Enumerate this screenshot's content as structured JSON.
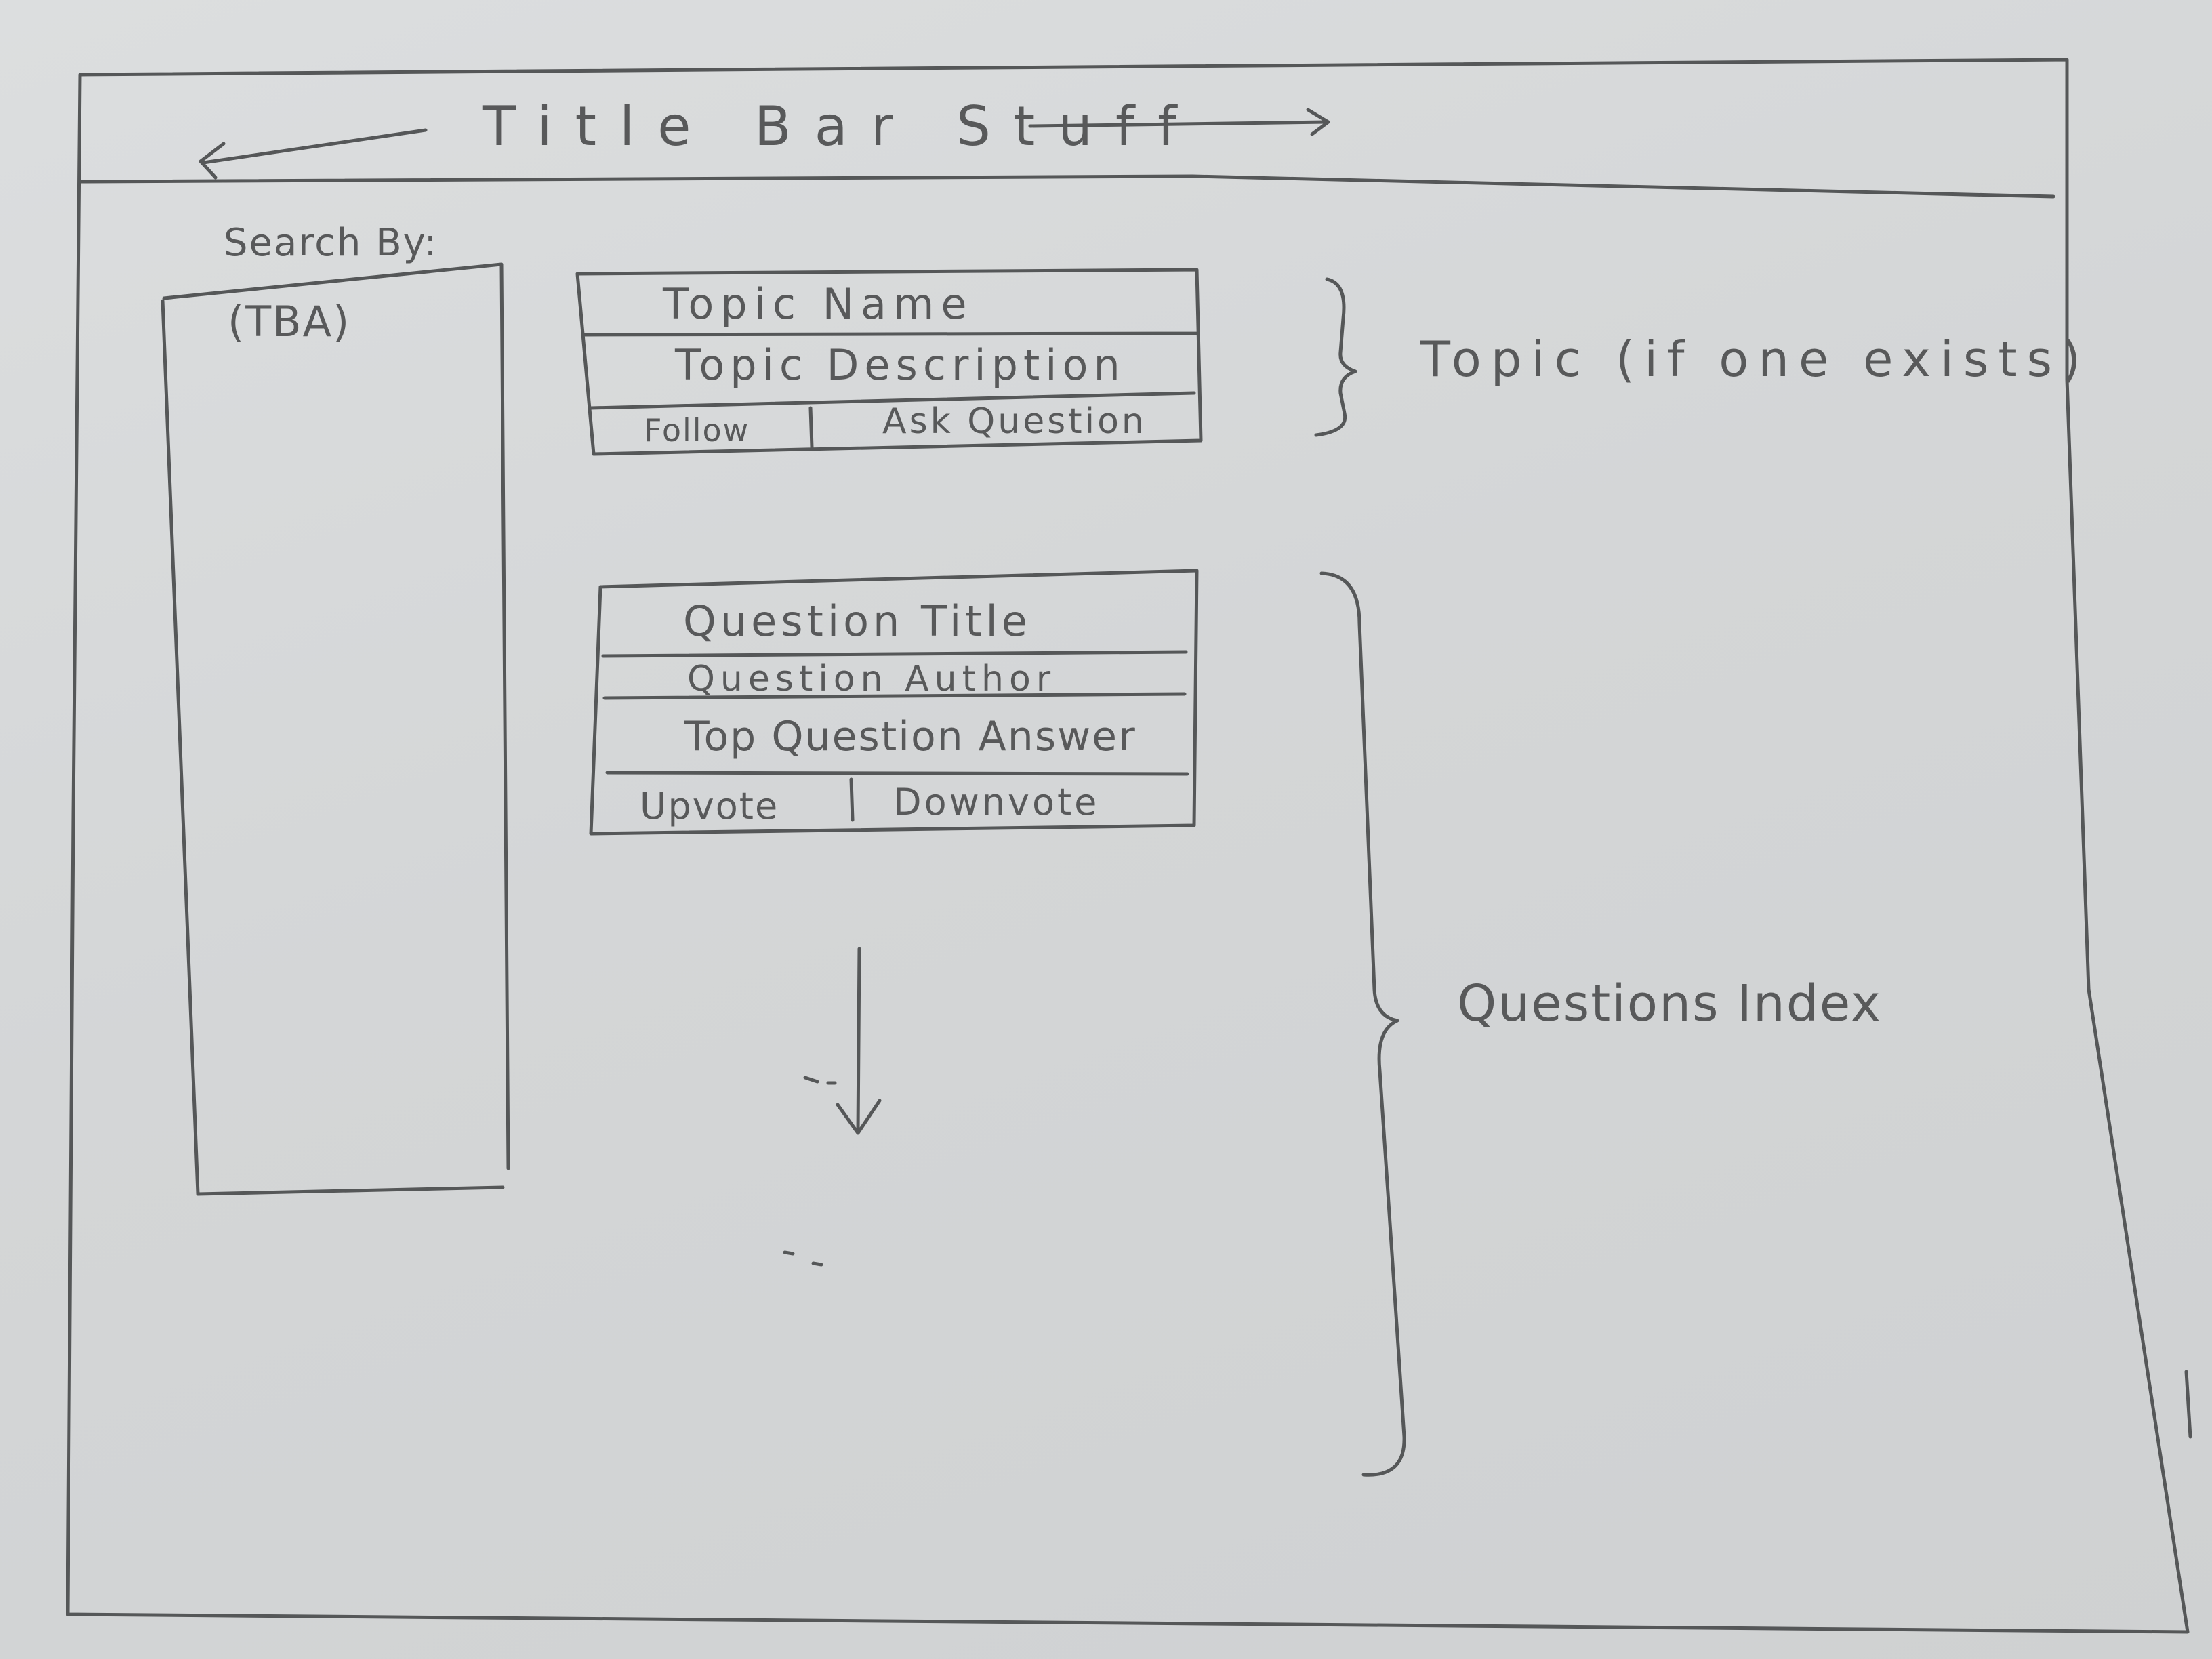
{
  "title_bar": {
    "label": "Title Bar Stuff"
  },
  "sidebar": {
    "heading": "Search By:",
    "placeholder": "(TBA)"
  },
  "topic_card": {
    "name": "Topic Name",
    "description": "Topic Description",
    "follow_label": "Follow",
    "ask_question_label": "Ask Question"
  },
  "question_card": {
    "title": "Question Title",
    "author": "Question Author",
    "top_answer": "Top Question Answer",
    "upvote_label": "Upvote",
    "downvote_label": "Downvote"
  },
  "annotations": {
    "topic": "Topic (if one exists)",
    "questions_index": "Questions Index"
  },
  "colors": {
    "ink": "#555758",
    "paper": "#d6d8d9"
  }
}
